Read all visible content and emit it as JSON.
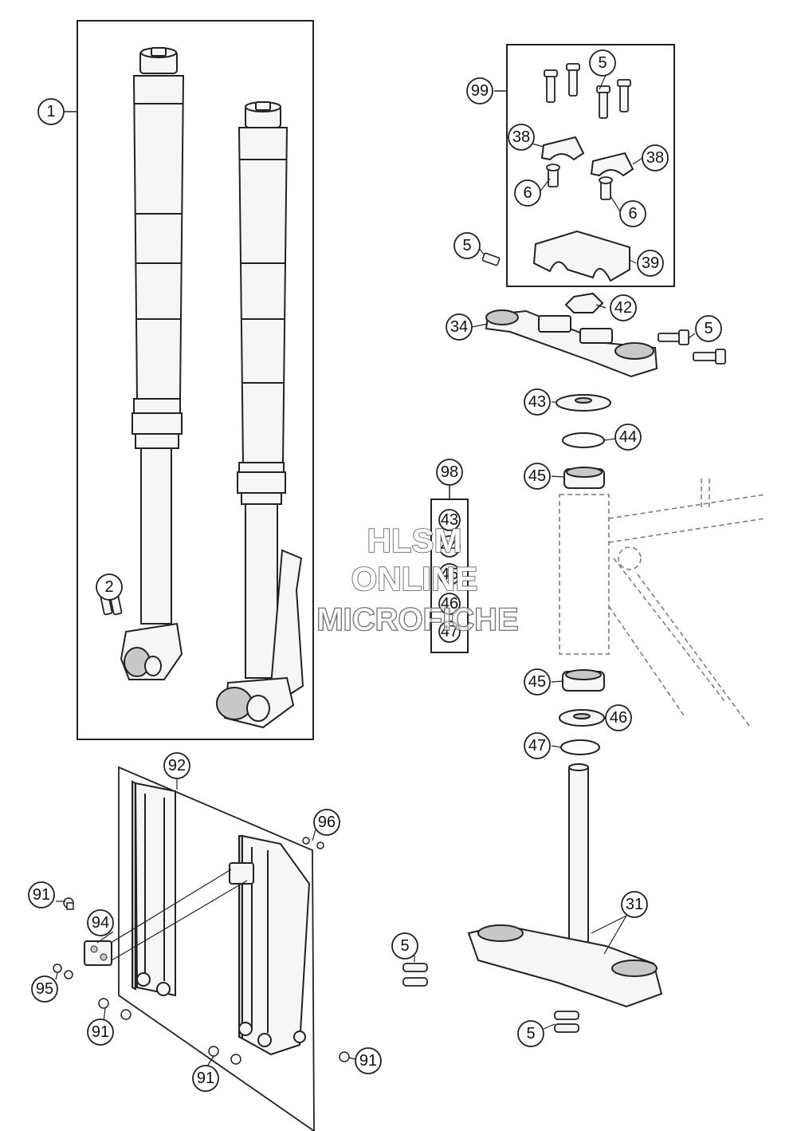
{
  "callouts": {
    "c1": "1",
    "c2": "2",
    "c5a": "5",
    "c5b": "5",
    "c5c": "5",
    "c5d": "5",
    "c5e": "5",
    "c6a": "6",
    "c6b": "6",
    "c31": "31",
    "c34": "34",
    "c38a": "38",
    "c38b": "38",
    "c39": "39",
    "c42": "42",
    "c43": "43",
    "c44": "44",
    "c45a": "45",
    "c45b": "45",
    "c46": "46",
    "c47": "47",
    "c91a": "91",
    "c91b": "91",
    "c91c": "91",
    "c91d": "91",
    "c92": "92",
    "c94": "94",
    "c95": "95",
    "c96": "96",
    "c98": "98",
    "c99": "99"
  },
  "kit98": [
    "43",
    "44",
    "45",
    "46",
    "47"
  ],
  "watermark": {
    "line1": "HLSM",
    "line2": "ONLINE",
    "line3": "MICROFICHE"
  },
  "colors": {
    "line": "#222222",
    "fill": "#f6f6f6",
    "shade": "#c8c8c8",
    "frame_dash": "#777777"
  }
}
